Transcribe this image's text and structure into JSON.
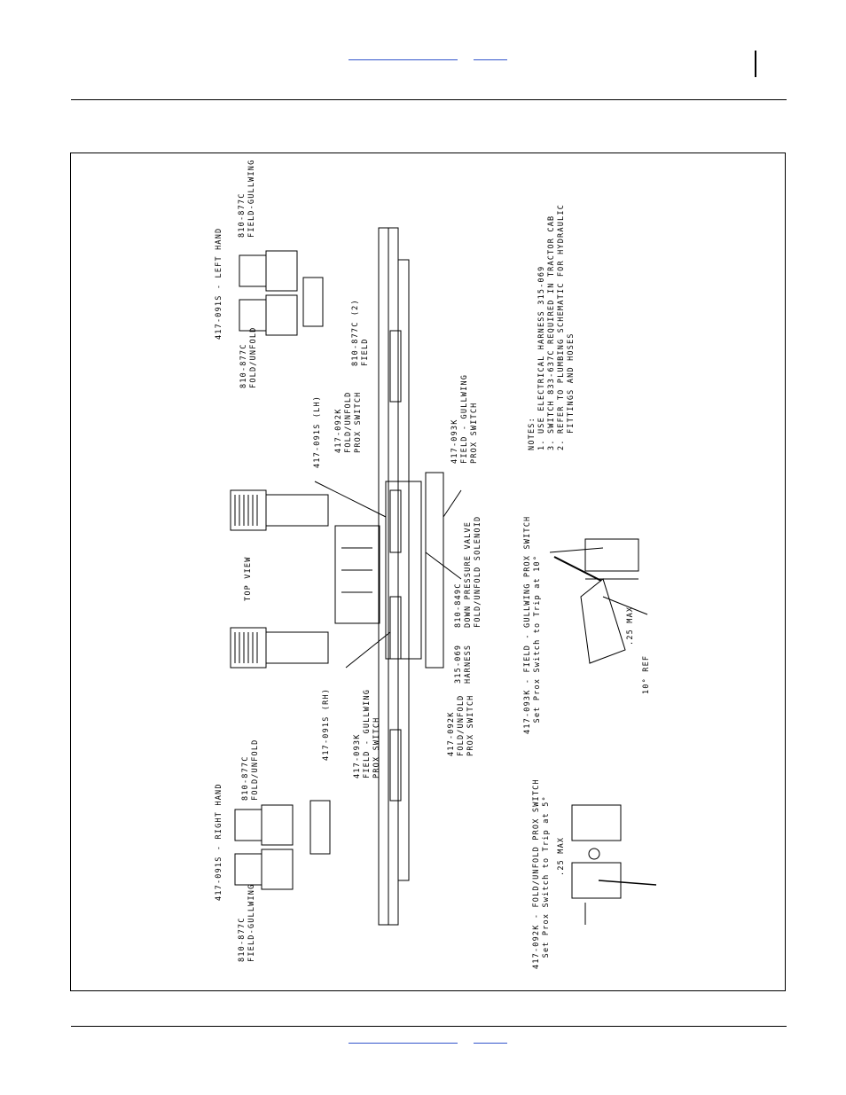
{
  "labels": {
    "fold_unfold_lh_valve": "810-877C\nFOLD/UNFOLD",
    "solenoid_lh": "417-091S - LEFT HAND",
    "field_gullwing_lh_valve": "810-877C\nFIELD-GULLWING",
    "field_valve_lh": "810-877C (2)\nFIELD",
    "solenoid_lh_short": "417-091S (LH)",
    "fold_prox_lh": "417-092K\nFOLD/UNFOLD\nPROX SWITCH",
    "field_prox_lh": "417-093K\nFIELD - GULLWING\nPROX SWITCH",
    "top_view": "TOP VIEW",
    "down_pressure": "810-849C\nDOWN PRESSURE VALVE\nFOLD/UNFOLD SOLENOID",
    "harness": "315-069\nHARNESS",
    "solenoid_rh_short": "417-091S (RH)",
    "field_prox_rh": "417-093K\nFIELD - GULLWING\nPROX SWITCH",
    "fold_prox_rh": "417-092K\nFOLD/UNFOLD\nPROX SWITCH",
    "field_gullwing_rh_valve": "810-877C\nFIELD-GULLWING",
    "solenoid_rh": "417-091S - RIGHT HAND",
    "fold_unfold_rh_valve": "810-877C\nFOLD/UNFOLD",
    "notes": "NOTES:\n1. USE ELECTRICAL HARNESS 315-069\n3. SWITCH 833-637C REQUIRED IN TRACTOR CAB\n2. REFER TO PLUMBING SCHEMATIC FOR HYDRAULIC\n   FITTINGS AND HOSES",
    "detail_field": "417-093K - FIELD - GULLWING PROX SWITCH\n  Set Prox Switch to Trip at 10°",
    "detail_field_max": ".25 MAX",
    "detail_field_ref": "10° REF",
    "detail_fold": "417-092K - FOLD/UNFOLD PROX SWITCH\n  Set Prox Switch to Trip at 5°",
    "detail_fold_max": ".25 MAX"
  }
}
